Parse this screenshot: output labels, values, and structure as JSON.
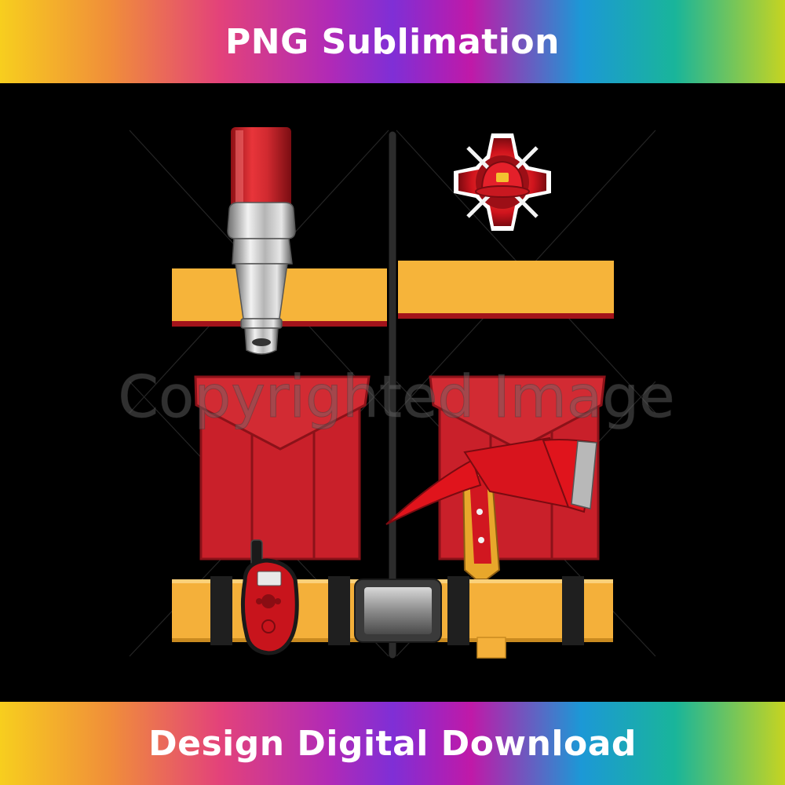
{
  "header": {
    "title": "PNG Sublimation"
  },
  "footer": {
    "title": "Design Digital Download"
  },
  "artwork": {
    "subject": "firefighter costume",
    "watermark_text": "Copyrighted Image",
    "colors": {
      "background": "#000000",
      "reflective_stripe": "#f6b43a",
      "pocket_red": "#c9202a",
      "hose_red": "#d42a2f",
      "nozzle_silver": "#c9c9c9",
      "belt_yellow": "#f4b03a",
      "buckle_gray": "#8a8a8a",
      "axe_red": "#e0141c"
    },
    "icons": [
      "fire-hose-nozzle-icon",
      "maltese-cross-emblem-icon",
      "fire-axe-icon",
      "walkie-talkie-icon",
      "belt-buckle-icon"
    ]
  }
}
